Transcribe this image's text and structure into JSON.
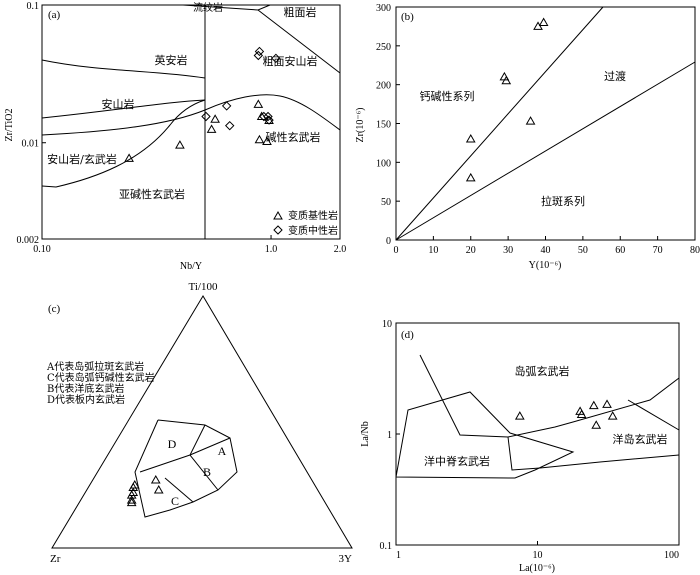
{
  "colors": {
    "ink": "#000000",
    "background": "#ffffff"
  },
  "chart_data": [
    {
      "panel": "(a)",
      "type": "scatter",
      "xlabel": "Nb/Y",
      "ylabel": "Zr/TiO2",
      "xscale": "log",
      "yscale": "log",
      "xlim": [
        0.1,
        2.0
      ],
      "ylim": [
        0.002,
        0.1
      ],
      "xticks": [
        "0.10",
        "1.0",
        "2.0"
      ],
      "yticks": [
        "0.1",
        "0.01",
        "0.002"
      ],
      "fields": [
        "流纹岩",
        "粗面岩",
        "英安岩",
        "粗面安山岩",
        "安山岩",
        "碱性玄武岩",
        "安山岩/玄武岩",
        "亚碱性玄武岩"
      ],
      "legend": {
        "position": "bottom-right",
        "entries": [
          "变质基性岩",
          "变质中性岩"
        ]
      },
      "series": [
        {
          "name": "变质基性岩",
          "marker": "triangle",
          "points": [
            [
              0.24,
              0.0077
            ],
            [
              0.4,
              0.0096
            ],
            [
              0.55,
              0.0125
            ],
            [
              0.57,
              0.0148
            ],
            [
              0.88,
              0.019
            ],
            [
              0.89,
              0.0105
            ],
            [
              0.91,
              0.0155
            ],
            [
              0.96,
              0.0102
            ],
            [
              0.98,
              0.0145
            ]
          ]
        },
        {
          "name": "变质中性岩",
          "marker": "diamond",
          "points": [
            [
              0.52,
              0.0155
            ],
            [
              0.64,
              0.0185
            ],
            [
              0.66,
              0.0133
            ],
            [
              0.88,
              0.043
            ],
            [
              0.89,
              0.046
            ],
            [
              0.93,
              0.0155
            ],
            [
              0.97,
              0.0155
            ],
            [
              0.98,
              0.0146
            ],
            [
              1.05,
              0.041
            ]
          ]
        }
      ]
    },
    {
      "panel": "(b)",
      "type": "scatter",
      "xlabel": "Y(10⁻⁶)",
      "ylabel": "Zr(10⁻⁶)",
      "xlim": [
        0,
        80
      ],
      "ylim": [
        0,
        300
      ],
      "xticks": [
        0,
        10,
        20,
        30,
        40,
        50,
        60,
        70,
        80
      ],
      "yticks": [
        0,
        50,
        100,
        150,
        200,
        250,
        300
      ],
      "fields": [
        "钙碱性系列",
        "过渡",
        "拉斑系列"
      ],
      "series": [
        {
          "name": "",
          "marker": "triangle",
          "points": [
            [
              20,
              80
            ],
            [
              20,
              130
            ],
            [
              29,
              210
            ],
            [
              29.5,
              205
            ],
            [
              36,
              153
            ],
            [
              38,
              275
            ],
            [
              39.5,
              280
            ]
          ]
        }
      ]
    },
    {
      "panel": "(c)",
      "type": "ternary",
      "apices": [
        "Ti/100",
        "Zr",
        "3Y"
      ],
      "field_labels": [
        "A",
        "B",
        "C",
        "D"
      ],
      "notes": [
        "A代表岛弧拉斑玄武岩",
        "C代表岛弧钙碱性玄武岩",
        "B代表洋底玄武岩",
        "D代表板内玄武岩"
      ],
      "series": [
        {
          "name": "",
          "marker": "triangle",
          "points": [
            [
              0.25,
              0.6,
              0.15
            ],
            [
              0.24,
              0.61,
              0.15
            ],
            [
              0.22,
              0.62,
              0.16
            ],
            [
              0.21,
              0.63,
              0.16
            ],
            [
              0.19,
              0.64,
              0.17
            ],
            [
              0.18,
              0.645,
              0.175
            ],
            [
              0.23,
              0.53,
              0.24
            ],
            [
              0.27,
              0.52,
              0.21
            ]
          ]
        }
      ]
    },
    {
      "panel": "(d)",
      "type": "scatter",
      "xlabel": "La(10⁻⁶)",
      "ylabel": "La/Nb",
      "xscale": "log",
      "yscale": "log",
      "xlim": [
        1,
        100
      ],
      "ylim": [
        0.1,
        10
      ],
      "xticks": [
        "1",
        "10",
        "100"
      ],
      "yticks": [
        "10",
        "1",
        "0.1"
      ],
      "fields": [
        "岛弧玄武岩",
        "洋岛玄武岩",
        "洋中脊玄武岩"
      ],
      "series": [
        {
          "name": "",
          "marker": "triangle",
          "points": [
            [
              7.5,
              1.45
            ],
            [
              20,
              1.6
            ],
            [
              20.5,
              1.5
            ],
            [
              25,
              1.8
            ],
            [
              26,
              1.2
            ],
            [
              31,
              1.85
            ],
            [
              34,
              1.45
            ]
          ]
        }
      ]
    }
  ]
}
